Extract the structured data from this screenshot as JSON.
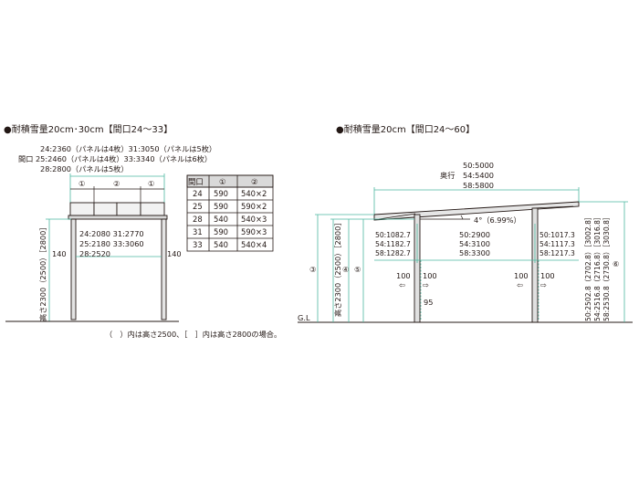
{
  "left": {
    "title": "●耐積雪量20cm･30cm【間口24～33】",
    "spec_rows": [
      "24:2360（パネルは4枚）31:3050（パネルは5枚）",
      "間口 25:2460（パネルは4枚）33:3340（パネルは6枚）",
      "28:2800（パネルは5枚）"
    ],
    "panel_marks": [
      "①",
      "②",
      "①"
    ],
    "inner_rows": [
      "24:2080 31:2770",
      "25:2180 33:3060",
      "28:2520"
    ],
    "height_label": "高さ2300（2500）［2800］",
    "dim_140_left": "140",
    "dim_140_right": "140",
    "table": {
      "headers": [
        "間口",
        "①",
        "②"
      ],
      "rows": [
        [
          "24",
          "590",
          "540×2"
        ],
        [
          "25",
          "590",
          "590×2"
        ],
        [
          "28",
          "540",
          "540×3"
        ],
        [
          "31",
          "590",
          "590×3"
        ],
        [
          "33",
          "540",
          "540×4"
        ]
      ]
    },
    "footnote": "（　）内は高さ2500、［　］内は高さ2800の場合。"
  },
  "right": {
    "title": "●耐積雪量20cm【間口24～60】",
    "depth_label": "奥行",
    "depth_rows": [
      "50:5000",
      "54:5400",
      "58:5800"
    ],
    "angle": "4°（6.99%）",
    "left_overhang": [
      "50:1082.7",
      "54:1182.7",
      "58:1282.7"
    ],
    "span": [
      "50:2900",
      "54:3100",
      "58:3300"
    ],
    "right_overhang": [
      "50:1017.3",
      "54:1117.3",
      "58:1217.3"
    ],
    "dim_100_a": "100",
    "dim_100_b": "100",
    "dim_100_c": "100",
    "dim_100_d": "100",
    "arrow_left_a": "⇦",
    "arrow_right_b": "⇨",
    "arrow_left_c": "⇦",
    "arrow_right_d": "⇨",
    "dim_95": "95",
    "gl": "G.L",
    "height_label": "高さ2300（2500）［2800］",
    "circle3": "③",
    "circle4": "④",
    "circle5": "⑤",
    "circle6": "⑥",
    "right_heights": [
      "50:2502.8（2702.8）［3002.8］",
      "54:2516.8（2716.8）［3016.8］",
      "58:2530.8（2730.8）［3030.8］"
    ]
  },
  "colors": {
    "line": "#231815",
    "dim": "#4db8a0",
    "roof": "#e6e6e6",
    "post": "#d9d9d9"
  }
}
